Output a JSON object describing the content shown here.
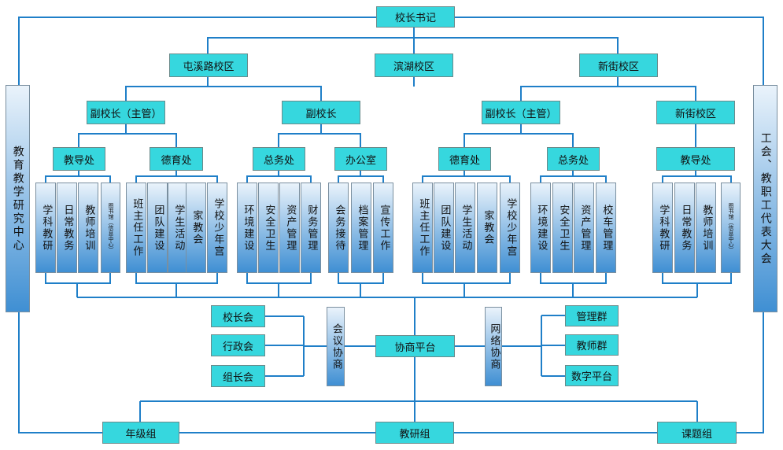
{
  "top": {
    "principal": "校长书记"
  },
  "campuses": {
    "left": "屯溪路校区",
    "middle": "滨湖校区",
    "right": "新街校区"
  },
  "vice": {
    "v1": "副校长（主管）",
    "v2": "副校长",
    "v3": "副校长（主管）",
    "v4": "新街校区"
  },
  "offices": {
    "o1": "教导处",
    "o2": "德育处",
    "o3": "总务处",
    "o4": "办公室",
    "o5": "德育处",
    "o6": "总务处",
    "o7": "教导处"
  },
  "sections": [
    "学科教研",
    "日常教务",
    "教师培训",
    "图书馆（信息中心）",
    "班主任工作",
    "团队建设",
    "学生活动",
    "家教会",
    "学校少年宫",
    "环境建设",
    "安全卫生",
    "资产管理",
    "财务管理",
    "会务接待",
    "档案管理",
    "宣传工作",
    "班主任工作",
    "团队建设",
    "学生活动",
    "家教会",
    "学校少年宫",
    "环境建设",
    "安全卫生",
    "资产管理",
    "校车管理",
    "学科教研",
    "日常教务",
    "教师培训",
    "图书馆（信息中心）"
  ],
  "side": {
    "left": "教育教学研究中心",
    "right": "工会、教职工代表大会"
  },
  "meeting": {
    "items": [
      "校长会",
      "行政会",
      "组长会"
    ],
    "label": "会议协商",
    "center": "协商平台",
    "network": "网络协商",
    "groups": [
      "管理群",
      "教师群",
      "数字平台"
    ]
  },
  "bottom": {
    "grade": "年级组",
    "research": "教研组",
    "project": "课题组"
  }
}
